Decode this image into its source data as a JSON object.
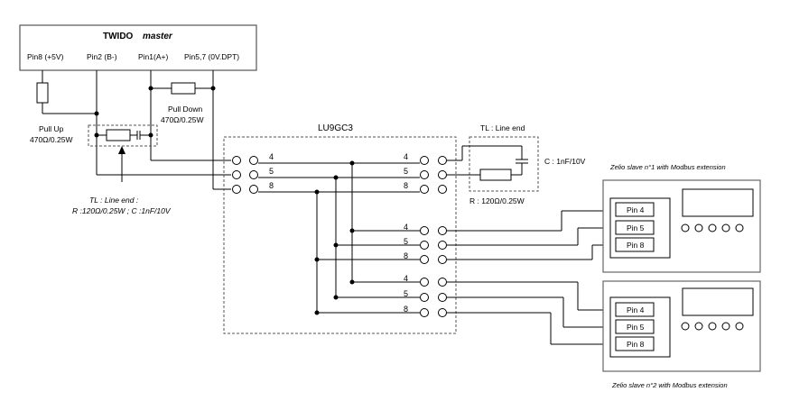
{
  "master": {
    "title": "TWIDO",
    "title_italic": "master",
    "pins": [
      "Pin8 (+5V)",
      "Pin2 (B-)",
      "Pin1(A+)",
      "Pin5,7 (0V.DPT)"
    ]
  },
  "pull_up": {
    "line1": "Pull Up",
    "line2": "470Ω/0.25W"
  },
  "pull_down": {
    "line1": "Pull Down",
    "line2": "470Ω/0.25W"
  },
  "tl_left": {
    "line1": "TL : Line end :",
    "line2": "R :120Ω/0.25W ; C :1nF/10V"
  },
  "tl_right": {
    "title": "TL : Line end",
    "c_label": "C : 1nF/10V",
    "r_label": "R : 120Ω/0.25W"
  },
  "hub": {
    "title": "LU9GC3",
    "left_labels": [
      "4",
      "5",
      "8"
    ],
    "right_labels": [
      "4",
      "5",
      "8",
      "4",
      "5",
      "8",
      "4",
      "5",
      "8"
    ]
  },
  "slave1": {
    "caption": "Zelio slave n°1 with Modbus extension",
    "pins": [
      "Pin 4",
      "Pin 5",
      "Pin 8"
    ]
  },
  "slave2": {
    "caption": "Zelio slave n°2 with Modbus extension",
    "pins": [
      "Pin 4",
      "Pin 5",
      "Pin 8"
    ]
  }
}
